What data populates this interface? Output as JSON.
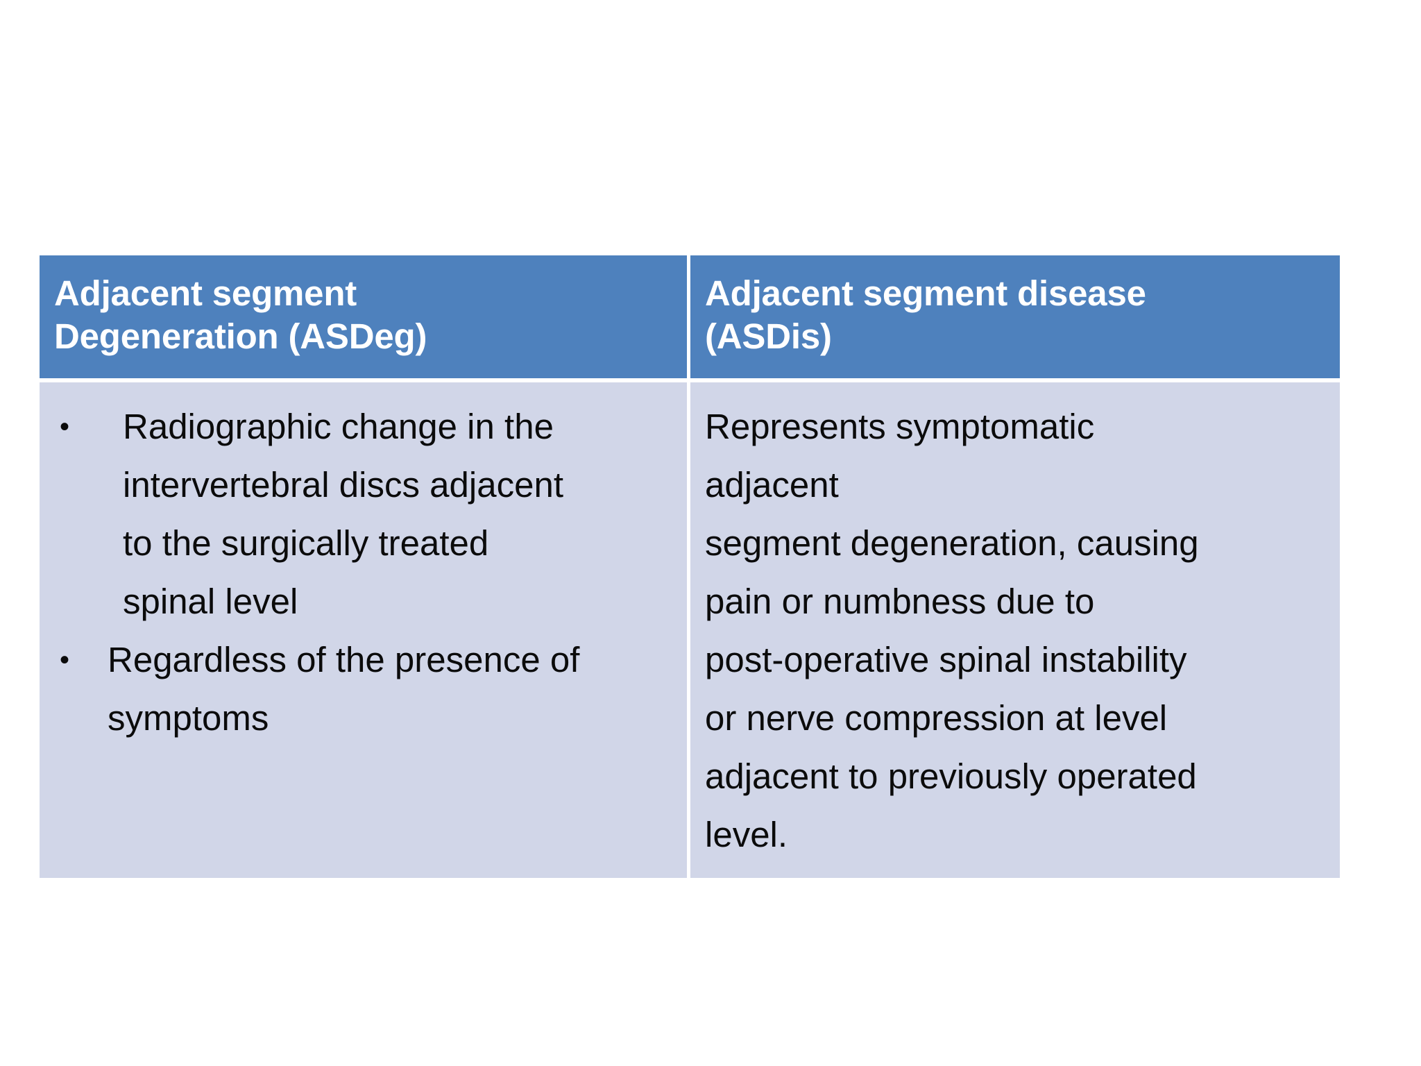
{
  "slide": {
    "background_color": "#FFFFFF"
  },
  "table": {
    "header_background": "#4E81BD",
    "header_text_color": "#FFFFFF",
    "body_background": "#D1D6E8",
    "body_text_color": "#0B0B0B",
    "gridline_color": "#FFFFFF",
    "columns": [
      {
        "header": "Adjacent segment Degeneration (ASDeg)",
        "header_lines": [
          "Adjacent segment",
          "Degeneration (ASDeg)"
        ],
        "body_type": "bulleted-list",
        "bullet_glyph": "•",
        "bullets": [
          {
            "text": " Radiographic change in the intervertebral discs adjacent to the surgically treated spinal level",
            "lines": [
              " Radiographic change in the",
              "intervertebral discs adjacent",
              "to the surgically treated",
              "spinal level"
            ]
          },
          {
            "text": "Regardless of the presence of symptoms",
            "lines": [
              "Regardless of the presence of",
              "symptoms"
            ]
          }
        ]
      },
      {
        "header": "Adjacent segment disease (ASDis)",
        "header_lines": [
          "Adjacent segment disease",
          "(ASDis)"
        ],
        "body_type": "paragraph",
        "paragraph": "Represents symptomatic adjacent segment degeneration, causing pain or numbness due to post-operative spinal instability or nerve compression at level adjacent to previously operated level.",
        "lines": [
          "Represents symptomatic",
          "adjacent",
          "segment degeneration, causing",
          "pain or numbness due to",
          "post-operative spinal instability",
          "or nerve compression at level",
          "adjacent to previously operated",
          "level."
        ]
      }
    ]
  }
}
